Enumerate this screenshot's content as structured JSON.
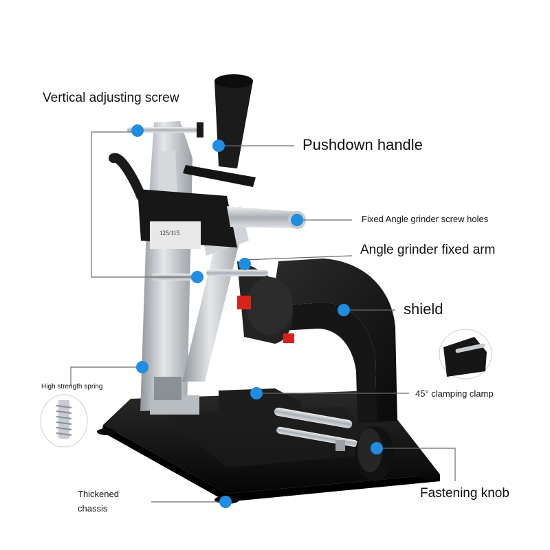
{
  "colors": {
    "marker": "#1f8de0",
    "leader": "#6a6a6a",
    "base": "#141414",
    "steel": "#c9cdd1",
    "accent": "#d8231c"
  },
  "labels": {
    "vertical_adjusting_screw": "Vertical adjusting screw",
    "pushdown_handle": "Pushdown handle",
    "fixed_screw_holes": "Fixed Angle grinder screw holes",
    "fixed_arm": "Angle grinder fixed arm",
    "shield": "shield",
    "high_strength_spring": "High strength spring",
    "clamping_clamp": "45° clamping clamp",
    "fastening_knob": "Fastening knob",
    "chassis_line1": "Thickened",
    "chassis_line2": "chassis"
  },
  "plate_text": "125/115",
  "icons": [
    "spring-inset-icon",
    "clamp-inset-icon"
  ]
}
